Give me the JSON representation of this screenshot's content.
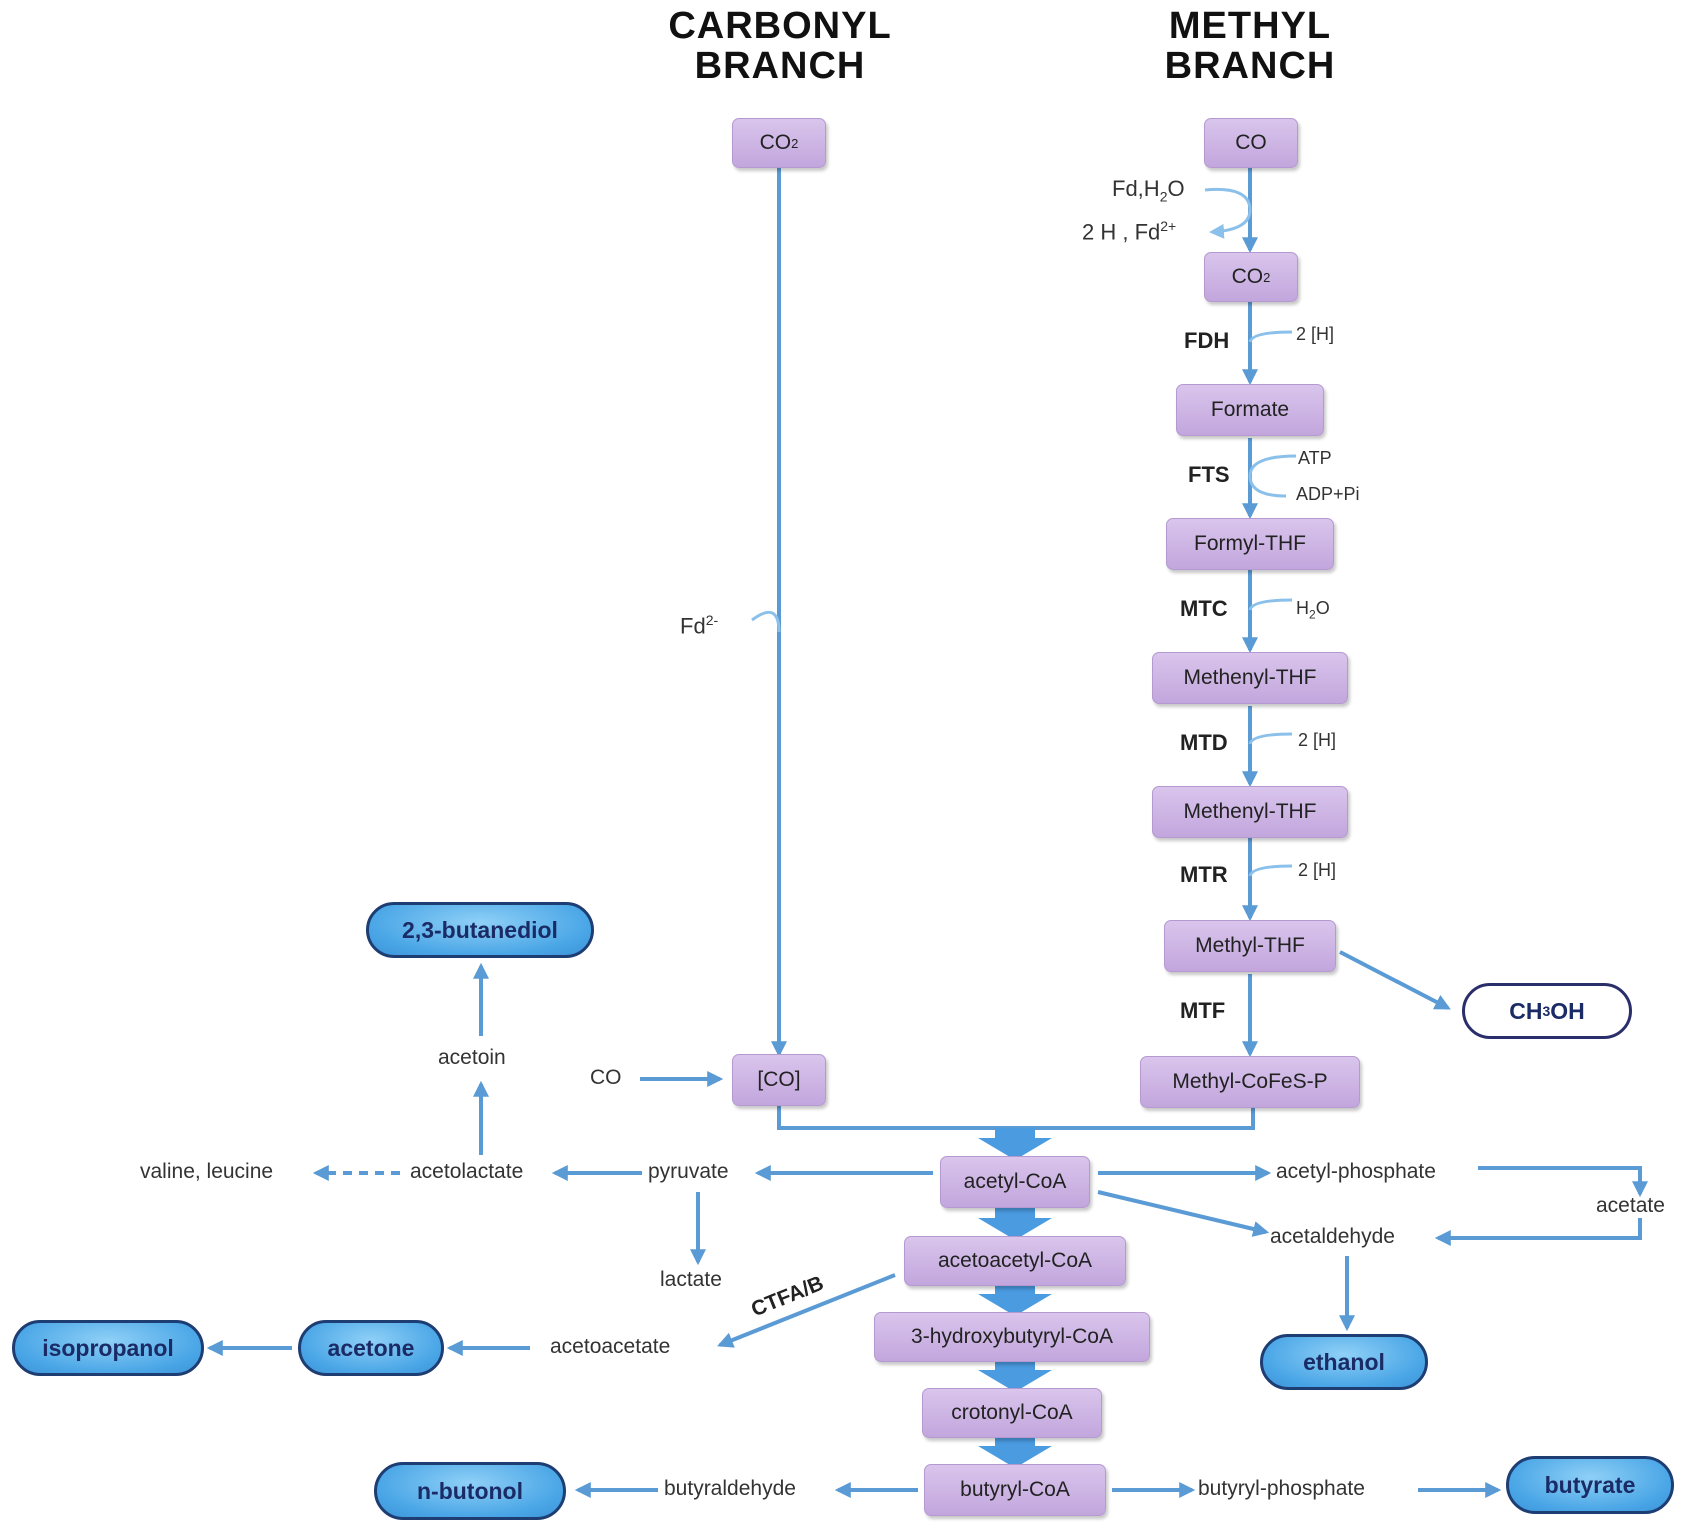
{
  "titles": {
    "carbonyl_line1": "CARBONYL",
    "carbonyl_line2": "BRANCH",
    "methyl_line1": "METHYL",
    "methyl_line2": "BRANCH"
  },
  "carbonyl": {
    "co2": "CO",
    "co2_sub": "2",
    "fd": "Fd",
    "fd_sup": "2-",
    "co_input": "CO",
    "co_bound": "[CO]"
  },
  "methyl": {
    "co": "CO",
    "cofactor_in_a": "Fd,H",
    "cofactor_in_sub": "2",
    "cofactor_in_b": "O",
    "cofactor_out_a": "2 H , Fd",
    "cofactor_out_sup": "2+",
    "co2": "CO",
    "co2_sub": "2",
    "fdh": "FDH",
    "fdh_cofactor": "2 [H]",
    "formate": "Formate",
    "fts": "FTS",
    "atp": "ATP",
    "adp": "ADP+Pi",
    "formyl_thf": "Formyl-THF",
    "mtc": "MTC",
    "h2o_a": "H",
    "h2o_sub": "2",
    "h2o_b": "O",
    "methenyl_thf_1": "Methenyl-THF",
    "mtd": "MTD",
    "mtd_cofactor": "2 [H]",
    "methenyl_thf_2": "Methenyl-THF",
    "mtr": "MTR",
    "mtr_cofactor": "2 [H]",
    "methyl_thf": "Methyl-THF",
    "mtf": "MTF",
    "methyl_cofes": "Methyl-CoFeS-P",
    "ch3oh_a": "CH",
    "ch3oh_sub": "3",
    "ch3oh_b": "OH"
  },
  "central": {
    "acetyl_coa": "acetyl-CoA",
    "acetoacetyl_coa": "acetoacetyl-CoA",
    "hydroxybutyryl_coa": "3-hydroxybutyryl-CoA",
    "crotonyl_coa": "crotonyl-CoA",
    "butyryl_coa": "butyryl-CoA"
  },
  "left": {
    "pyruvate": "pyruvate",
    "acetolactate": "acetolactate",
    "valine_leucine": "valine, leucine",
    "acetoin": "acetoin",
    "butanediol": "2,3-butanediol",
    "lactate": "lactate",
    "ctfab": "CTFA/B",
    "acetoacetate": "acetoacetate",
    "acetone": "acetone",
    "isopropanol": "isopropanol",
    "butyraldehyde": "butyraldehyde",
    "n_butonol": "n-butonol"
  },
  "right": {
    "acetyl_phosphate": "acetyl-phosphate",
    "acetate": "acetate",
    "acetaldehyde": "acetaldehyde",
    "ethanol": "ethanol",
    "butyryl_phosphate": "butyryl-phosphate",
    "butyrate": "butyrate"
  },
  "colors": {
    "arrow": "#5b9bd5",
    "box_fill": "#c9b0e3",
    "product_fill": "#4aa6e6",
    "product_border": "#1d3d73"
  }
}
